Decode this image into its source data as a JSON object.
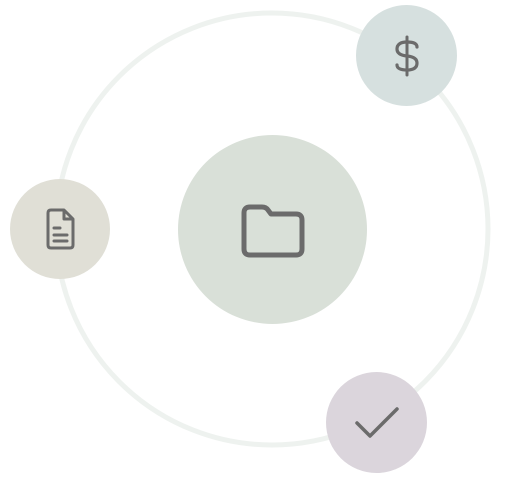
{
  "diagram": {
    "orbit": {
      "stroke_color": "#eef2ef"
    },
    "center": {
      "icon": "folder-icon",
      "fill": "#d9e0d8",
      "icon_color": "#6b6b6b"
    },
    "satellites": [
      {
        "id": "finance",
        "icon": "dollar-sign-icon",
        "fill": "#d6e0df",
        "icon_color": "#6b6b6b"
      },
      {
        "id": "document",
        "icon": "document-icon",
        "fill": "#e0dfd6",
        "icon_color": "#6b6b6b"
      },
      {
        "id": "approval",
        "icon": "checkmark-icon",
        "fill": "#dbd5dc",
        "icon_color": "#6b6b6b"
      }
    ]
  }
}
